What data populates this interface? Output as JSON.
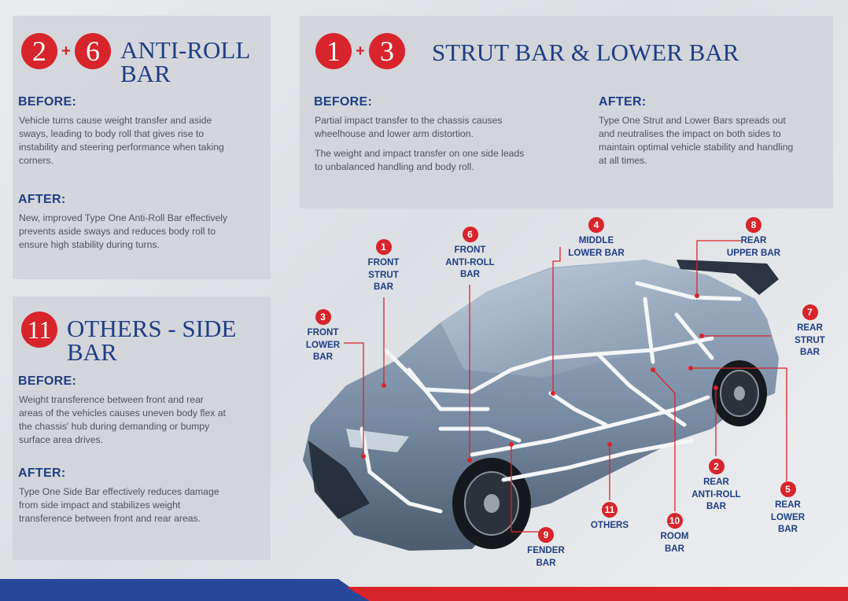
{
  "sections": {
    "anti_roll": {
      "num_a": "2",
      "plus": "+",
      "num_b": "6",
      "title_line1": "ANTI-ROLL",
      "title_line2": "BAR",
      "before_label": "BEFORE:",
      "before_text": [
        "Vehicle turns cause weight transfer and aside",
        "sways, leading to body roll that gives rise to",
        "instability and steering performance when taking",
        "corners."
      ],
      "after_label": "AFTER:",
      "after_text": [
        "New, improved Type One Anti-Roll Bar effectively",
        "prevents aside sways and reduces body roll to",
        "ensure high stability during turns."
      ]
    },
    "strut_lower": {
      "num_a": "1",
      "plus": "+",
      "num_b": "3",
      "title": "STRUT BAR & LOWER BAR",
      "before_label": "BEFORE:",
      "before_text_1": [
        "Partial impact transfer to the chassis causes",
        "wheelhouse and lower arm distortion."
      ],
      "before_text_2": [
        "The weight and impact transfer on one side leads",
        "to unbalanced handling and body roll."
      ],
      "after_label": "AFTER:",
      "after_text": [
        "Type One Strut and Lower Bars spreads out",
        "and neutralises the impact on both sides to",
        "maintain optimal vehicle stability and handling",
        "at all times."
      ]
    },
    "side_bar": {
      "num": "11",
      "title_line1": "OTHERS - SIDE",
      "title_line2": "BAR",
      "before_label": "BEFORE:",
      "before_text": [
        "Weight transference between front and rear",
        "areas of the vehicles causes uneven body flex at",
        "the chassis' hub during demanding or bumpy",
        "surface area drives."
      ],
      "after_label": "AFTER:",
      "after_text": [
        "Type One Side Bar effectively reduces damage",
        "from side impact and stabilizes weight",
        "transference between front and rear areas."
      ]
    }
  },
  "parts": [
    {
      "num": "1",
      "lines": [
        "FRONT",
        "STRUT",
        "BAR"
      ]
    },
    {
      "num": "6",
      "lines": [
        "FRONT",
        "ANTI-ROLL",
        "BAR"
      ]
    },
    {
      "num": "4",
      "lines": [
        "MIDDLE",
        "LOWER BAR"
      ]
    },
    {
      "num": "8",
      "lines": [
        "REAR",
        "UPPER BAR"
      ]
    },
    {
      "num": "3",
      "lines": [
        "FRONT",
        "LOWER",
        "BAR"
      ]
    },
    {
      "num": "7",
      "lines": [
        "REAR",
        "STRUT",
        "BAR"
      ]
    },
    {
      "num": "2",
      "lines": [
        "REAR",
        "ANTI-ROLL",
        "BAR"
      ]
    },
    {
      "num": "5",
      "lines": [
        "REAR",
        "LOWER",
        "BAR"
      ]
    },
    {
      "num": "11",
      "lines": [
        "OTHERS"
      ]
    },
    {
      "num": "10",
      "lines": [
        "ROOM",
        "BAR"
      ]
    },
    {
      "num": "9",
      "lines": [
        "FENDER",
        "BAR"
      ]
    }
  ],
  "colors": {
    "accent_red": "#d8242b",
    "brand_blue": "#1f3e86",
    "panel_gray": "#cdd0d5"
  }
}
